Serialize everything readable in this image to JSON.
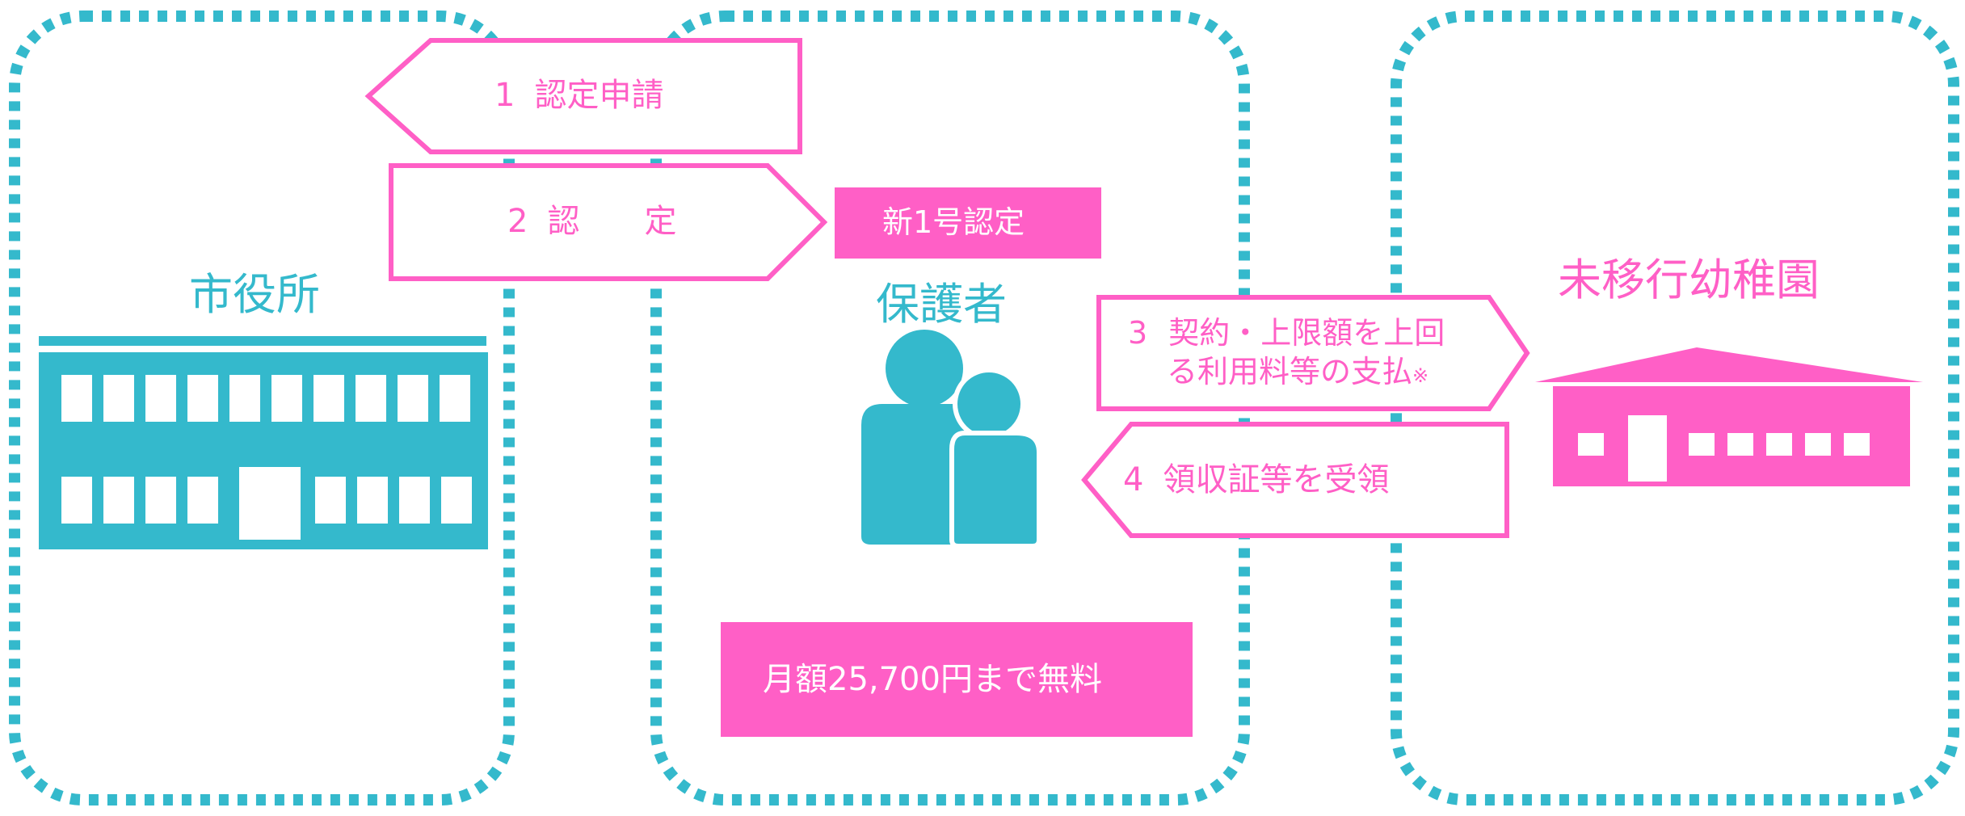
{
  "colors": {
    "teal": "#34b9cc",
    "pink": "#ff5fc6",
    "white": "#ffffff"
  },
  "panels": {
    "city_hall": {
      "title": "市役所",
      "icon": "building-icon"
    },
    "guardian": {
      "title": "保護者",
      "icon": "people-icon"
    },
    "kindergarten": {
      "title": "未移行幼稚園",
      "icon": "school-building-icon"
    }
  },
  "steps": [
    {
      "number": "1",
      "text": "認定申請",
      "direction": "left"
    },
    {
      "number": "2",
      "text": "認　　定",
      "direction": "right"
    },
    {
      "number": "3",
      "text": "契約・上限額を上回",
      "text2": "る利用料等の支払",
      "note_mark": "※",
      "direction": "right"
    },
    {
      "number": "4",
      "text": "領収証等を受領",
      "direction": "left"
    }
  ],
  "badges": {
    "certification": "新1号認定",
    "free_amount": "月額25,700円まで無料"
  }
}
